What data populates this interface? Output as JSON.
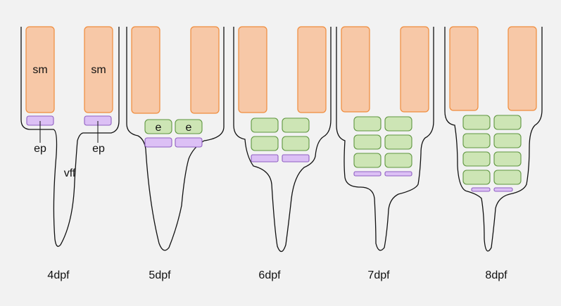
{
  "labels": {
    "somite": "sm",
    "epidermis": "ep",
    "fin_fold": "vff",
    "cell": "e"
  },
  "stages": [
    "4dpf",
    "5dpf",
    "6dpf",
    "7dpf",
    "8dpf"
  ],
  "colors": {
    "somite_fill": "#f7c8a7",
    "somite_stroke": "#f08c3c",
    "epidermis_fill": "#dcc0f5",
    "epidermis_stroke": "#8f5fc2",
    "e_cell_fill": "#cde5b5",
    "e_cell_stroke": "#5f9640",
    "background": "#f2f2f2"
  }
}
